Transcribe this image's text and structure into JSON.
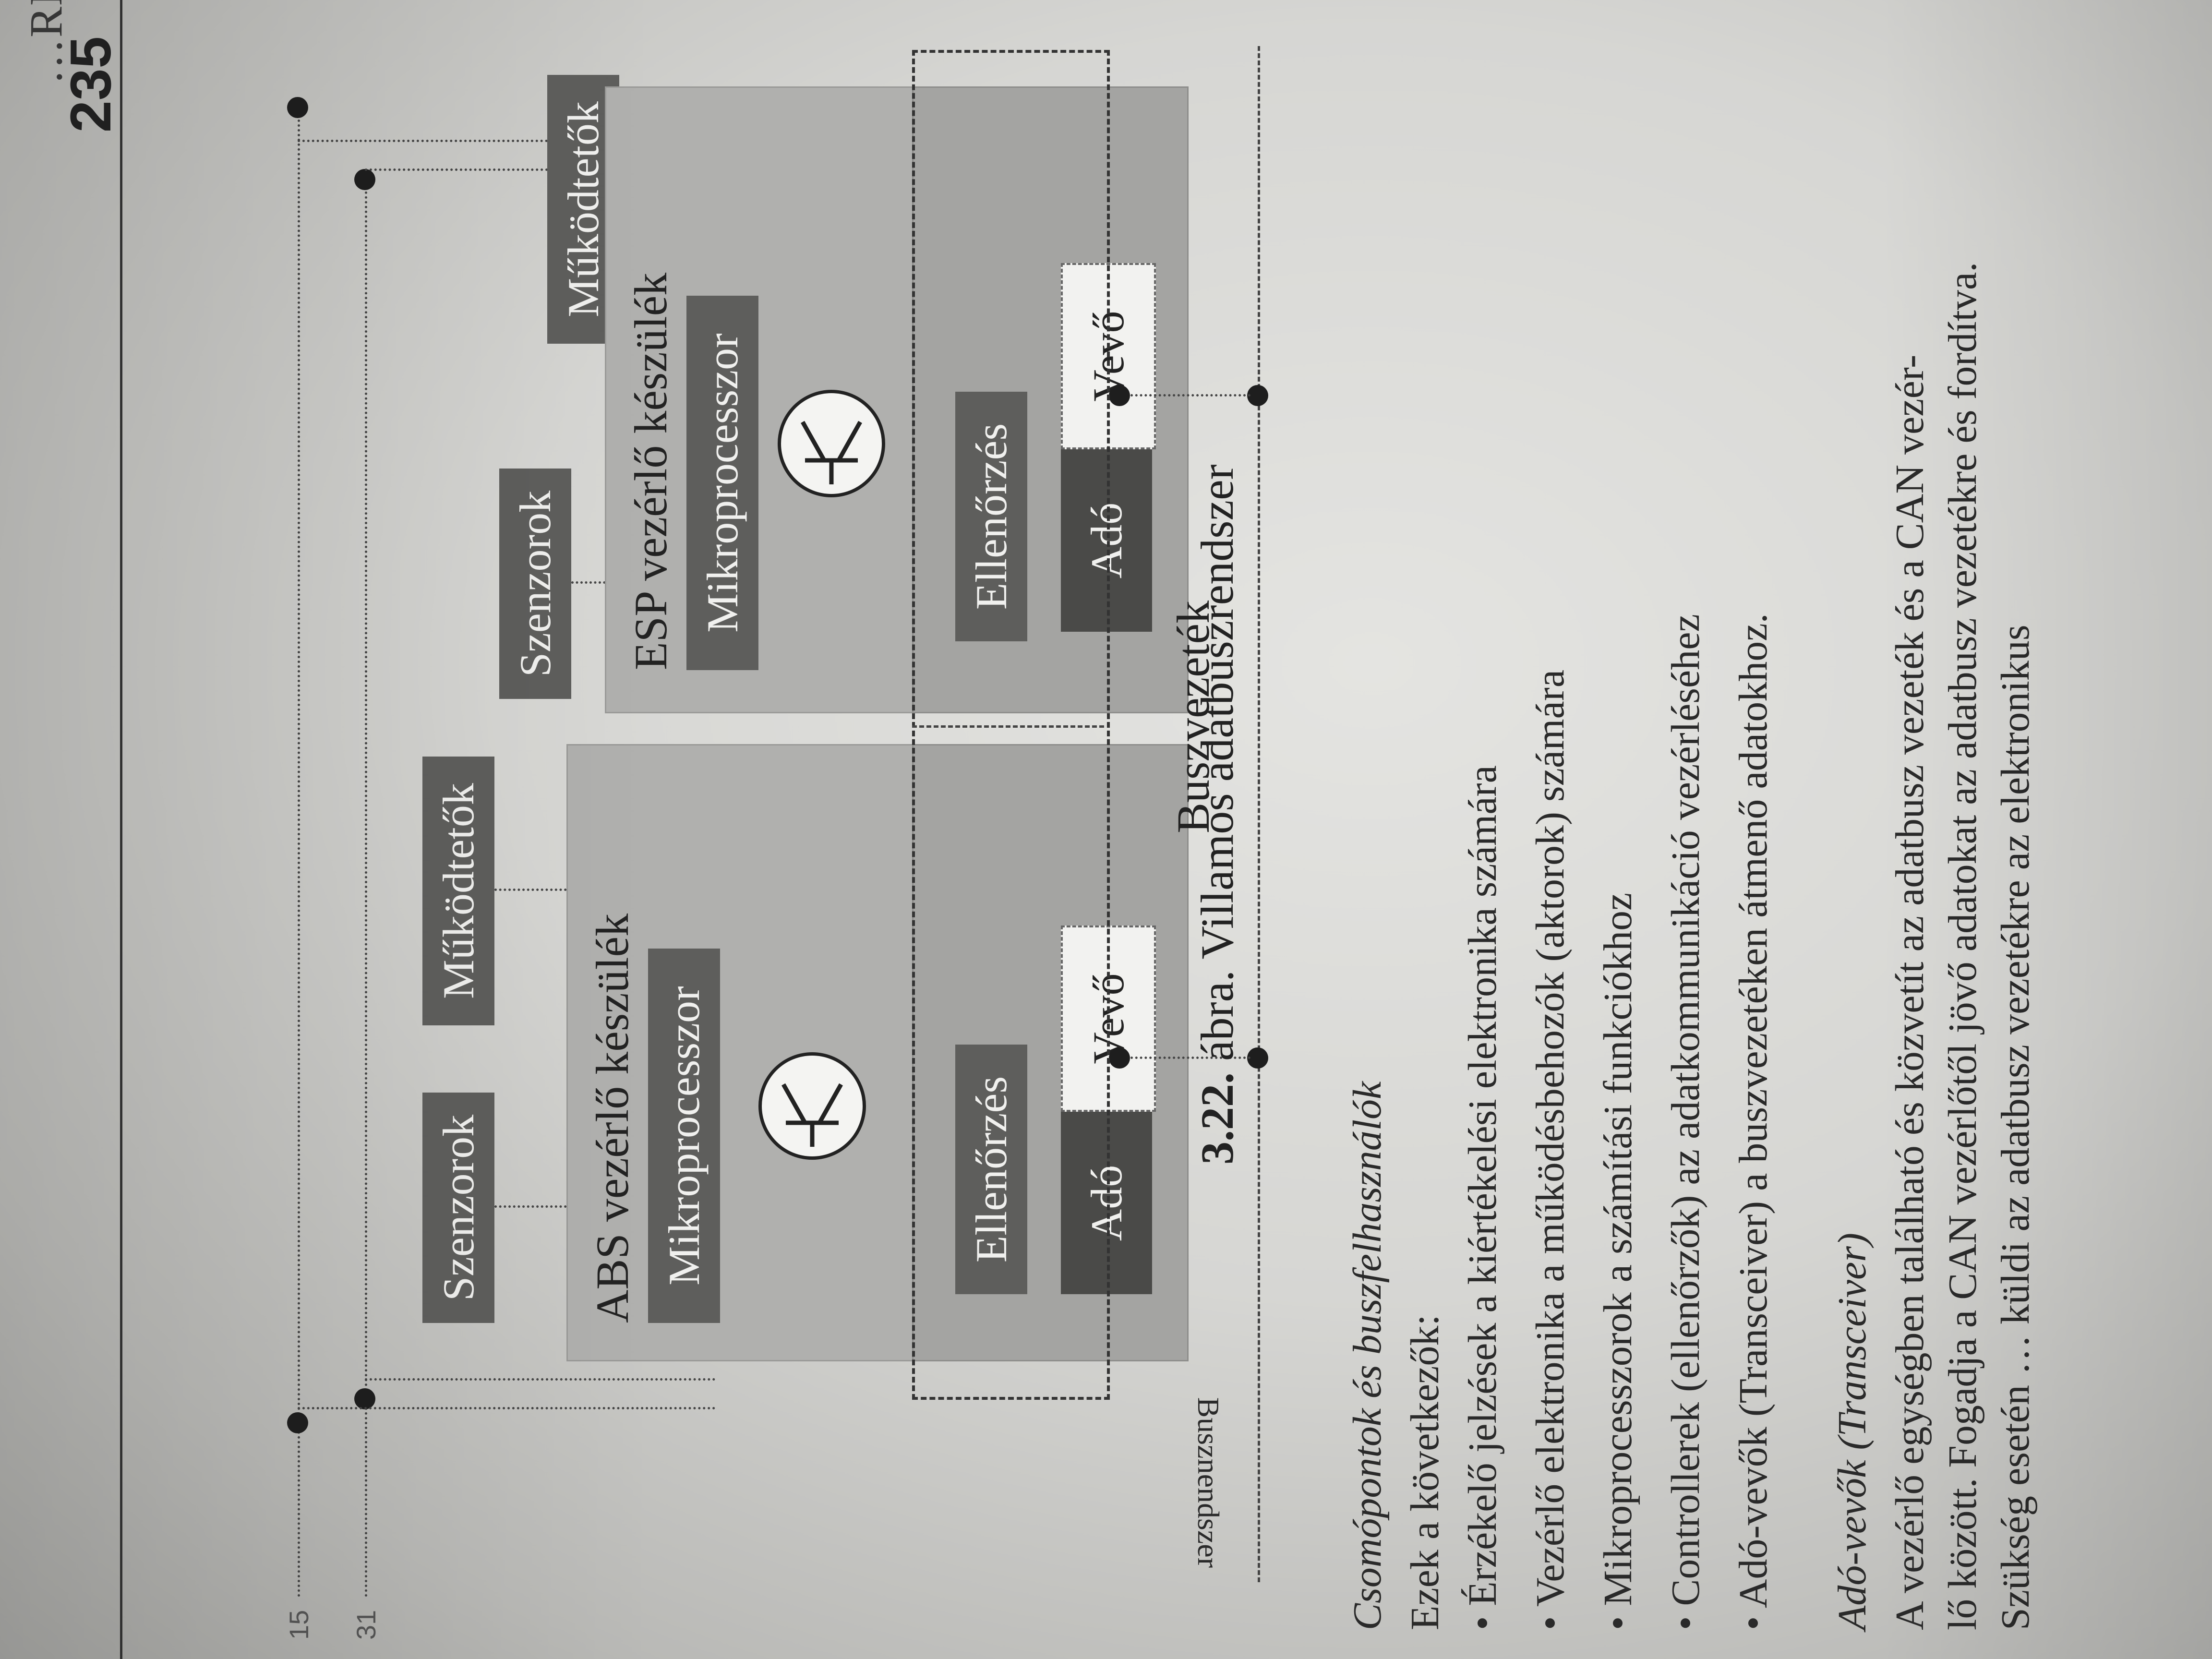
{
  "page": {
    "running_head": "…RENDSZER MŰKÖDÉSE",
    "page_number": "235"
  },
  "figure": {
    "line_labels": {
      "l15": "15",
      "l31": "31"
    },
    "abs": {
      "sensors": "Szenzorok",
      "actuators": "Működtetők",
      "title": "ABS vezérlő készülék",
      "mcu": "Mikroprocesszor",
      "controller": "Ellenőrzés",
      "tx": "Adó",
      "rx": "Vevő"
    },
    "esp": {
      "sensors": "Szenzorok",
      "actuators": "Működtetők",
      "title": "ESP vezérlő készülék",
      "mcu": "Mikroprocesszor",
      "controller": "Ellenőrzés",
      "tx": "Adó",
      "rx": "Vevő"
    },
    "bus_system_label": "Busznendszer",
    "bus_line_label": "Buszvezeték",
    "caption_number": "3.22.",
    "caption_text": "ábra. Villamos adatbuszrendszer"
  },
  "text": {
    "heading": "Csomópontok és buszfelhasználók",
    "intro": "Ezek a következők:",
    "bullets": [
      "Érzékelő jelzések a kiértékelési elektronika számára",
      "Vezérlő elektronika a működésbehozók (aktorok) számára",
      "Mikroprocesszorok a számítási funkciókhoz",
      "Controllerek (ellenőrzők) az adatkommunikáció vezérléséhez",
      "Adó-vevők (Transceiver) a buszvezetéken átmenő adatokhoz."
    ],
    "subheading": "Adó-vevők (Transceiver)",
    "para_1": "A vezérlő egységben található és közvetít az adatbusz vezeték és a CAN vezér-",
    "para_2": "lő között. Fogadja a CAN vezérlőtől jövő adatokat az adatbusz vezetékre és fordítva.",
    "para_3": "Szükség esetén … küldi az adatbusz vezetékre az elektronikus"
  }
}
